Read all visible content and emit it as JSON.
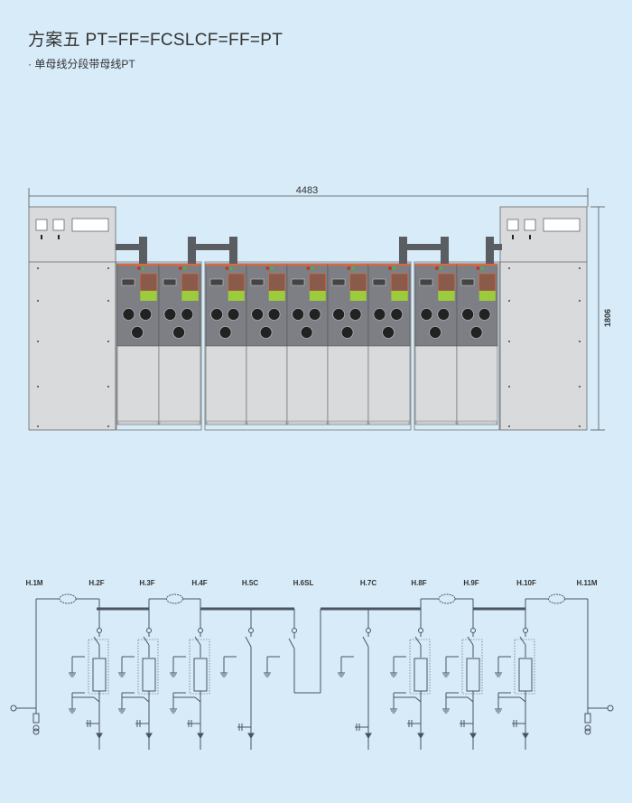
{
  "title": "方案五  PT=FF=FCSLCF=FF=PT",
  "subtitle": "· 单母线分段带母线PT",
  "dimensions": {
    "width_label": "4483",
    "height_label": "1806"
  },
  "feeders": [
    {
      "label": "H.1M",
      "type": "M"
    },
    {
      "label": "H.2F",
      "type": "F"
    },
    {
      "label": "H.3F",
      "type": "F"
    },
    {
      "label": "H.4F",
      "type": "F"
    },
    {
      "label": "H.5C",
      "type": "C"
    },
    {
      "label": "H.6SL",
      "type": "SL"
    },
    {
      "label": "H.7C",
      "type": "C"
    },
    {
      "label": "H.8F",
      "type": "F"
    },
    {
      "label": "H.9F",
      "type": "F"
    },
    {
      "label": "H.10F",
      "type": "F"
    },
    {
      "label": "H.11M",
      "type": "M"
    }
  ],
  "colors": {
    "background": "#d7ebf8",
    "cabinet": "#d9dadc",
    "module_dark": "#7d7f84",
    "accent": "#e5653a",
    "green": "#9ccc3c",
    "line": "#4a5560"
  }
}
